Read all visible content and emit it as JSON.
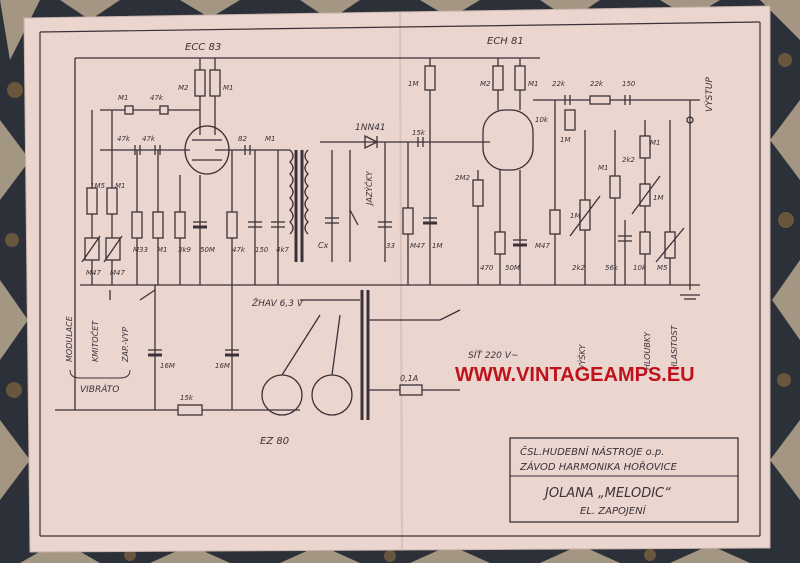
{
  "tubes": {
    "preamp": "ECC 83",
    "mixer": "ECH 81",
    "rectifier": "EZ 80"
  },
  "components": {
    "diode": "1NN41",
    "reeds": "JAZÝČKY",
    "cx": "Cx",
    "heater": "ŽHAV 6,3 V",
    "mains": "SÍŤ 220 V~",
    "fuse": "0,1A",
    "output": "VÝSTUP"
  },
  "values": {
    "m2_a": "M2",
    "m1_a": "M1",
    "m1_b": "M1",
    "k47_a": "47k",
    "k47_b": "47k",
    "k47_c": "47k",
    "k82": "82",
    "m1_c": "M1",
    "k1m5": "1M5",
    "m1_d": "M1",
    "m33": "M33",
    "m1_e": "M1",
    "k3k9": "3k9",
    "m50_a": "50M",
    "k47_d": "47k",
    "v150_a": "150",
    "k4n7": "4k7",
    "v33": "33",
    "m47_a": "M47",
    "m1m_a": "1M",
    "m47_b": "M47",
    "m47_c": "M47",
    "m1m_b": "1M",
    "k15": "15k",
    "m2_b": "M2",
    "m1_f": "M1",
    "k22_a": "22k",
    "k22_b": "22k",
    "v150_b": "150",
    "k10": "10k",
    "m1m_c": "1M",
    "m2m2": "2M2",
    "v470": "470",
    "m50_b": "50M",
    "m47_d": "M47",
    "m1m_d": "1M",
    "k2k2": "2k2",
    "m1_g": "M1",
    "k56": "56k",
    "k10_b": "10k",
    "m5": "M5",
    "k2k2_b": "2k2",
    "m1_h": "M1",
    "m1m_e": "1M",
    "m16_a": "16M",
    "m16_b": "16M",
    "k15_b": "15k"
  },
  "controls": {
    "modulace": "MODULACE",
    "kmitocet": "KMITOČET",
    "zap_vyp": "ZAP.-VYP",
    "vibrato": "VIBRÁTO",
    "vysky": "VÝŠKY",
    "hloubky": "HLOUBKY",
    "hlasitost": "HLASITOST"
  },
  "watermark": "WWW.VINTAGEAMPS.EU",
  "title_block": {
    "maker_line1": "ČSL.HUDEBNÍ NÁSTROJE o.p.",
    "maker_line2": "ZÁVOD HARMONIKA HOŘOVICE",
    "model": "JOLANA „MELODIC“",
    "subtitle": "EL. ZAPOJENÍ"
  },
  "colors": {
    "paper": "#ead5cf",
    "ink": "#3a3238",
    "watermark": "#c0121b",
    "carpet_dark": "#1f2a33",
    "carpet_light": "#c7b59a"
  }
}
